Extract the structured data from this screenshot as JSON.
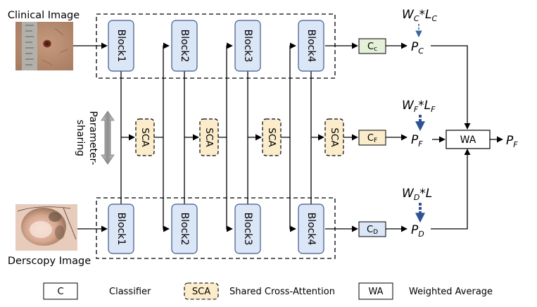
{
  "inputs": {
    "clinical_label": "Clinical Image",
    "dermoscopy_label": "Derscopy Image"
  },
  "blocks": {
    "top": [
      "Block1",
      "Block2",
      "Block3",
      "Block4"
    ],
    "bottom": [
      "Block1",
      "Block2",
      "Block3",
      "Block4"
    ]
  },
  "sca_label": "SCA",
  "param_sharing": {
    "line1": "Parameter-",
    "line2": "sharing"
  },
  "classifiers": {
    "c": {
      "main": "C",
      "sub": "c"
    },
    "f": {
      "main": "C",
      "sub": "F"
    },
    "d": {
      "main": "C",
      "sub": "D"
    }
  },
  "outputs": {
    "pc": {
      "main": "P",
      "sub": "C"
    },
    "pf": {
      "main": "P",
      "sub": "F"
    },
    "pd": {
      "main": "P",
      "sub": "D"
    },
    "final": {
      "main": "P",
      "sub": "F"
    }
  },
  "weights": {
    "c": {
      "w": "W",
      "wsub": "C",
      "star": "*",
      "l": "L",
      "lsub": "C"
    },
    "f": {
      "w": "W",
      "wsub": "F",
      "star": "*",
      "l": "L",
      "lsub": "F"
    },
    "d": {
      "w": "W",
      "wsub": "D",
      "star": "*",
      "l": "L",
      "lsub": ""
    }
  },
  "wa_label": "WA",
  "legend": {
    "c_box": "C",
    "c_text": "Classifier",
    "sca_box": "SCA",
    "sca_text": "Shared Cross-Attention",
    "wa_box": "WA",
    "wa_text": "Weighted Average"
  },
  "colors": {
    "block_fill": "#dbe6f6",
    "block_stroke": "#3c5a8c",
    "sca_fill": "#fbeccb",
    "cc_fill": "#e4f0d8",
    "cf_fill": "#fbeccb",
    "cd_fill": "#dbe6f6",
    "dashed_arrow": "#3c64a0",
    "bold_arrow": "#2d5296"
  }
}
